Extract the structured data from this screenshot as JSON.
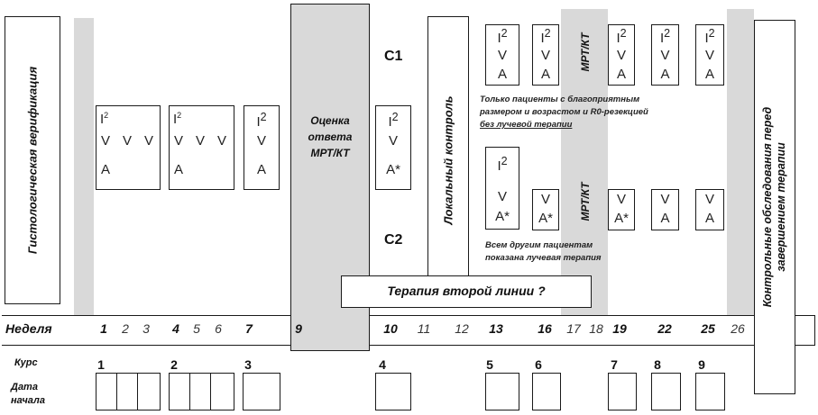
{
  "vertical_labels": {
    "histology": "Гистологическая верификация",
    "local_control": "Локальный контроль",
    "final_exam_line1": "Контрольные обследования перед",
    "final_exam_line2": "завершением терапии"
  },
  "response_box": {
    "line1": "Оценка",
    "line2": "ответа",
    "line3": "МРТ/КТ"
  },
  "arms": {
    "c1": "C1",
    "c2": "C2"
  },
  "drugs": {
    "i": "I",
    "sq": "2",
    "v": "V",
    "a": "A",
    "a_star": "A*"
  },
  "mrt_label": "МРТ/КТ",
  "notes": {
    "c1_line1": "Только пациенты с благоприятным",
    "c1_line2": "размером и возрастом и R0-резекцией",
    "c1_line3": "без лучевой терапии",
    "c2_line1": "Всем другим пациентам",
    "c2_line2": "показана лучевая терапия"
  },
  "second_line": "Терапия второй линии ?",
  "timeline": {
    "week_label": "Неделя",
    "course_label": "Курс",
    "date_label_line1": "Дата",
    "date_label_line2": "начала",
    "weeks": [
      "1",
      "2",
      "3",
      "4",
      "5",
      "6",
      "7",
      "9",
      "10",
      "11",
      "12",
      "13",
      "16",
      "17",
      "18",
      "19",
      "22",
      "25",
      "26"
    ],
    "courses": [
      "1",
      "2",
      "3",
      "4",
      "5",
      "6",
      "7",
      "8",
      "9"
    ]
  }
}
